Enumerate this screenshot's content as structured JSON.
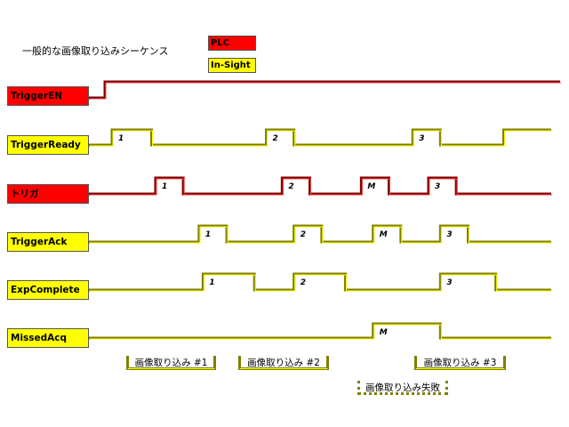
{
  "title": "一般的な画像取り込みシーケンス",
  "legend": [
    {
      "label": "PLC",
      "color": "#ff0000"
    },
    {
      "label": "In-Sight",
      "color": "#ffff00"
    }
  ],
  "colors": {
    "plc_line_outer": "#7f0000",
    "plc_line_inner": "#ff4040",
    "insight_line_outer": "#7f7f00",
    "insight_line_inner": "#ffff00"
  },
  "signals": [
    {
      "name": "TriggerEN",
      "owner": "PLC",
      "initial": 0,
      "edges": [
        0.0
      ],
      "pulses": []
    },
    {
      "name": "TriggerReady",
      "owner": "In-Sight",
      "initial": 0,
      "pulses": [
        {
          "rise": 1.0,
          "fall": 2.0,
          "label": "1"
        },
        {
          "rise": 4.9,
          "fall": 5.6,
          "label": "2"
        },
        {
          "rise": 8.6,
          "fall": 9.3,
          "label": "3"
        },
        {
          "rise": 10.9,
          "fall": null,
          "label": ""
        }
      ]
    },
    {
      "name": "トリガ",
      "owner": "PLC",
      "initial": 0,
      "pulses": [
        {
          "rise": 2.1,
          "fall": 2.8,
          "label": "1"
        },
        {
          "rise": 5.3,
          "fall": 6.0,
          "label": "2"
        },
        {
          "rise": 7.3,
          "fall": 8.0,
          "label": "M"
        },
        {
          "rise": 9.0,
          "fall": 9.7,
          "label": "3"
        }
      ]
    },
    {
      "name": "TriggerAck",
      "owner": "In-Sight",
      "initial": 0,
      "pulses": [
        {
          "rise": 3.2,
          "fall": 3.9,
          "label": "1"
        },
        {
          "rise": 5.6,
          "fall": 6.3,
          "label": "2"
        },
        {
          "rise": 7.6,
          "fall": 8.3,
          "label": "M"
        },
        {
          "rise": 9.3,
          "fall": 10.0,
          "label": "3"
        }
      ]
    },
    {
      "name": "ExpComplete",
      "owner": "In-Sight",
      "initial": 0,
      "pulses": [
        {
          "rise": 3.3,
          "fall": 4.6,
          "label": "1"
        },
        {
          "rise": 5.6,
          "fall": 6.9,
          "label": "2"
        },
        {
          "rise": 9.3,
          "fall": 10.7,
          "label": "3"
        }
      ]
    },
    {
      "name": "MissedAcq",
      "owner": "In-Sight",
      "initial": 0,
      "pulses": [
        {
          "rise": 7.6,
          "fall": 9.3,
          "label": "M"
        }
      ]
    }
  ],
  "brackets": [
    {
      "label": "画像取り込み #1",
      "style": "solid"
    },
    {
      "label": "画像取り込み #2",
      "style": "solid"
    },
    {
      "label": "画像取り込み #3",
      "style": "solid"
    },
    {
      "label": "画像取り込み失敗",
      "style": "dotted"
    }
  ]
}
